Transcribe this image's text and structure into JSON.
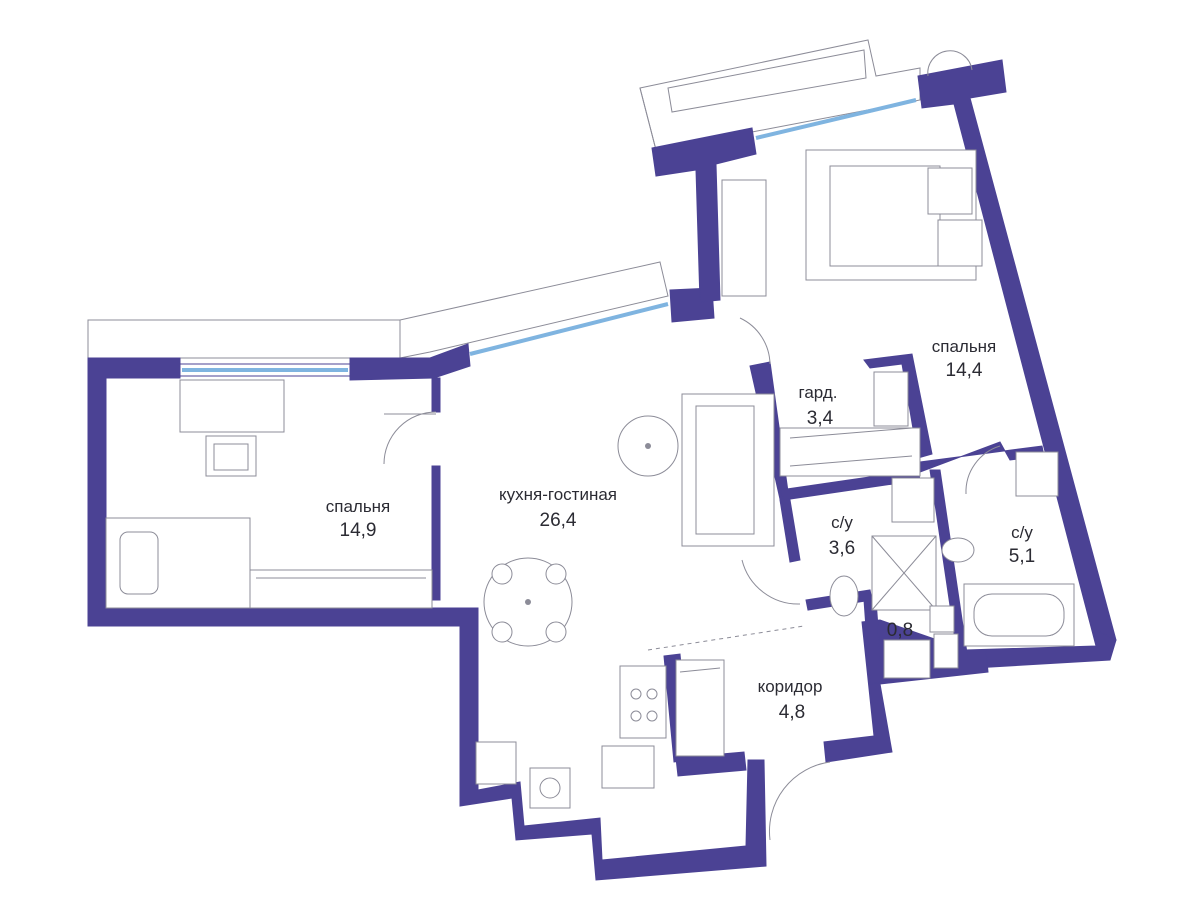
{
  "plan": {
    "colors": {
      "wall": "#4b4294",
      "window": "#7fb4e0",
      "line": "#8c8c98",
      "text": "#2b2b33"
    },
    "rooms": [
      {
        "id": "bedroom-left",
        "name": "спальня",
        "area": "14,9"
      },
      {
        "id": "kitchen-living",
        "name": "кухня-гостиная",
        "area": "26,4"
      },
      {
        "id": "wardrobe",
        "name": "гард.",
        "area": "3,4"
      },
      {
        "id": "bedroom-right",
        "name": "спальня",
        "area": "14,4"
      },
      {
        "id": "bathroom-1",
        "name": "с/у",
        "area": "3,6"
      },
      {
        "id": "bathroom-2",
        "name": "с/у",
        "area": "5,1"
      },
      {
        "id": "utility",
        "name": "",
        "area": "0,8"
      },
      {
        "id": "corridor",
        "name": "коридор",
        "area": "4,8"
      }
    ]
  }
}
